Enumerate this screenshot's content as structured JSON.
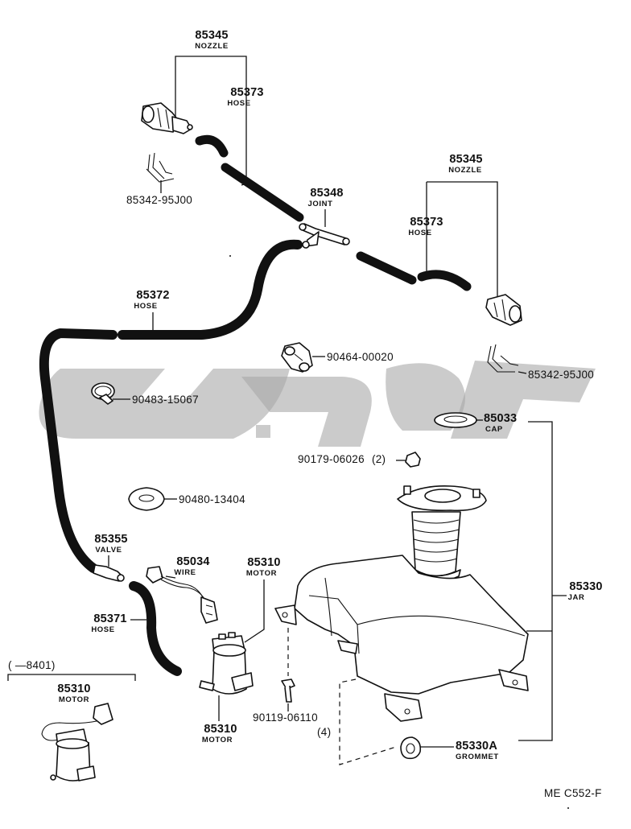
{
  "labels": {
    "nozzle_left": {
      "number": "85345",
      "name": "NOZZLE"
    },
    "hose_left": {
      "number": "85373",
      "name": "HOSE"
    },
    "clip_left": {
      "number": "85342-95J00"
    },
    "joint": {
      "number": "85348",
      "name": "JOINT"
    },
    "nozzle_right": {
      "number": "85345",
      "name": "NOZZLE"
    },
    "hose_right": {
      "number": "85373",
      "name": "HOSE"
    },
    "hose_main": {
      "number": "85372",
      "name": "HOSE"
    },
    "clamp": {
      "number": "90464-00020"
    },
    "clip_right": {
      "number": "85342-95J00"
    },
    "band": {
      "number": "90483-15067"
    },
    "cap": {
      "number": "85033",
      "name": "CAP"
    },
    "nut": {
      "number": "90179-06026",
      "qty": "(2)"
    },
    "grommet_mid": {
      "number": "90480-13404"
    },
    "valve": {
      "number": "85355",
      "name": "VALVE"
    },
    "wire": {
      "number": "85034",
      "name": "WIRE"
    },
    "motor_top": {
      "number": "85310",
      "name": "MOTOR"
    },
    "jar": {
      "number": "85330",
      "name": "JAR"
    },
    "hose_lower": {
      "number": "85371",
      "name": "HOSE"
    },
    "motor_bottom": {
      "number": "85310",
      "name": "MOTOR"
    },
    "motor_old": {
      "number": "85310",
      "name": "MOTOR"
    },
    "bolt": {
      "number": "90119-06110",
      "qty": "(4)"
    },
    "grommet_jar": {
      "number": "85330A",
      "name": "GROMMET"
    }
  },
  "inset": {
    "range": "(      —8401)"
  },
  "footer": {
    "code": "ME C552-F"
  }
}
